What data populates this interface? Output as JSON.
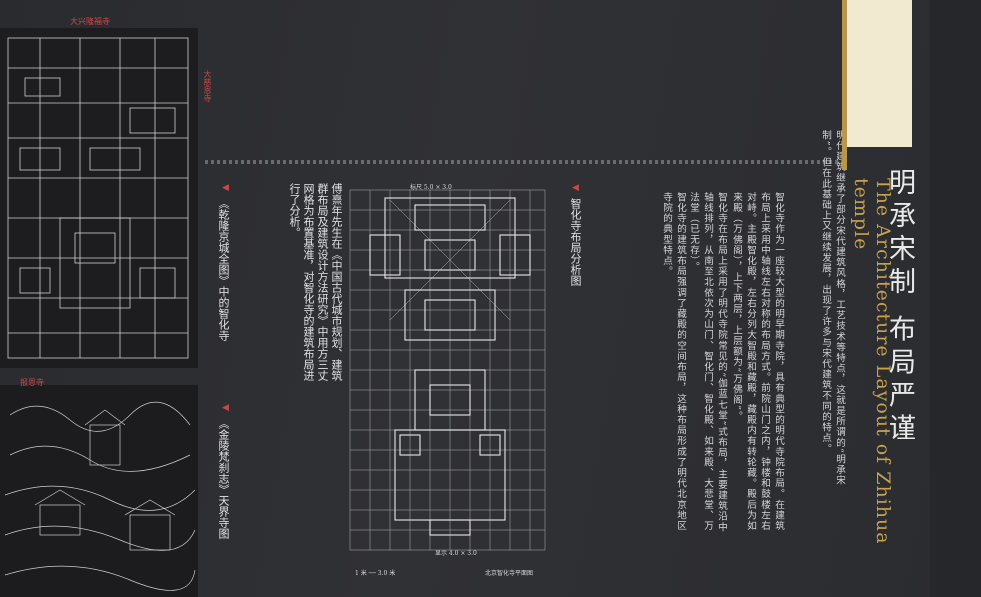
{
  "title": {
    "chinese": "明承宋制 布局严谨",
    "english": "The Architecture Layout of Zhihua temple"
  },
  "map_labels": {
    "top_1": "大兴隆福寺",
    "top_2": "大慈恩寺",
    "bottom_1": "报恩寺"
  },
  "captions": {
    "map1": "《乾隆京城全图》中的智化寺",
    "map2": "《金陵梵刹志》天界寺图",
    "plan": "智化寺布局分析图"
  },
  "plan_note": "傅熹年先生在《中国古代城市规划、建筑群布局及建筑设计方法研究》中用方三丈网格为布置基准，对智化寺的建筑布局进行了分析。",
  "plan_labels": {
    "top": "标尺 5.0 × 3.0",
    "bottom": "显示 4.0 × 3.0",
    "left_bottom": "1 米 ── 3.0 米",
    "right_bottom": "北京智化寺平面图"
  },
  "body": [
    "明代建筑继承了部分宋代建筑风格，工艺技术等特点，这就是所谓的“明承宋制”。但在此基础上又继续发展，出现了许多与宋代建筑不同的特点。",
    "智化寺作为一座较大型的明早期寺院，具有典型的明代寺院布局。在建筑布局上采用中轴线左右对称的布局方式。前院山门之内，钟楼和鼓楼左右对峙。主殿智化殿，左右分列大智殿和藏殿，藏殿内有转轮藏。殿后为如来殿（万佛阁），上下两层，上层额为“万佛阁”。",
    "智化寺在布局上采用了明代寺院常见的“伽蓝七堂”式布局，主要建筑沿中轴线排列，从南至北依次为山门、智化门、智化殿、如来殿、大悲堂、万法堂（已无存）。",
    "智化寺的建筑布局强调了藏殿的空间布局，这种布局形成了明代北京地区寺院的典型特点。"
  ],
  "colors": {
    "accent_red": "#c8474a",
    "gold": "#c8a24c",
    "panel": "#2b2c2f",
    "cream": "#f1ead1"
  }
}
